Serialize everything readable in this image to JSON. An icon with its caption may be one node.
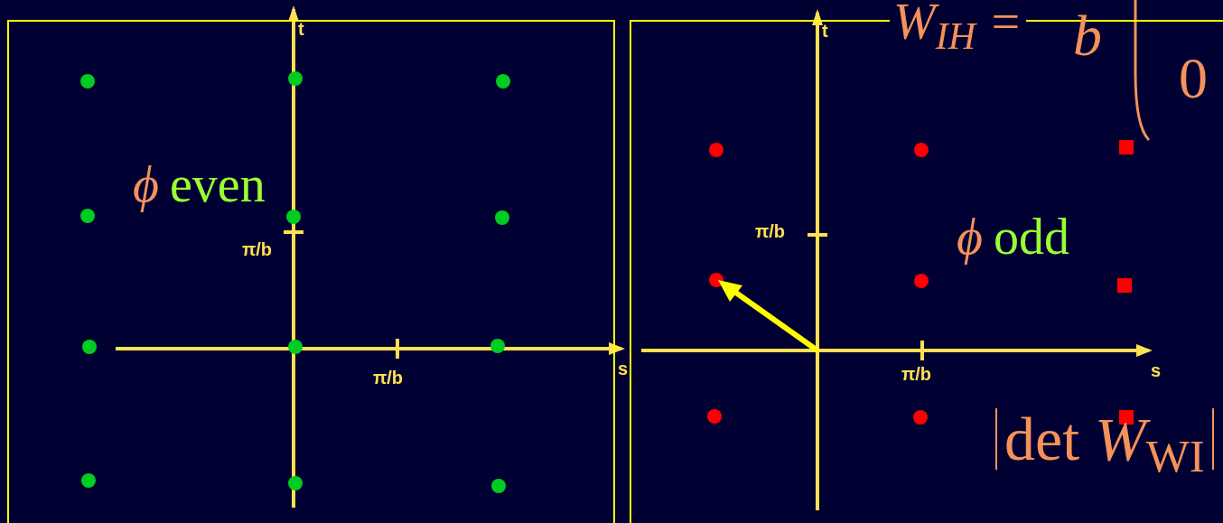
{
  "diagram": {
    "nodes": [
      {
        "text": [
          "ϕ",
          "even"
        ]
      },
      {
        "text": [
          "ϕ",
          "odd"
        ]
      }
    ],
    "edges": [],
    "labels": [
      "W$_{IH}$ =",
      "b",
      "0",
      "t",
      "π/b",
      "π/b",
      "s",
      "t",
      "π/b",
      "π/b",
      "s",
      "det *W*$_{WI}$"
    ]
  }
}
